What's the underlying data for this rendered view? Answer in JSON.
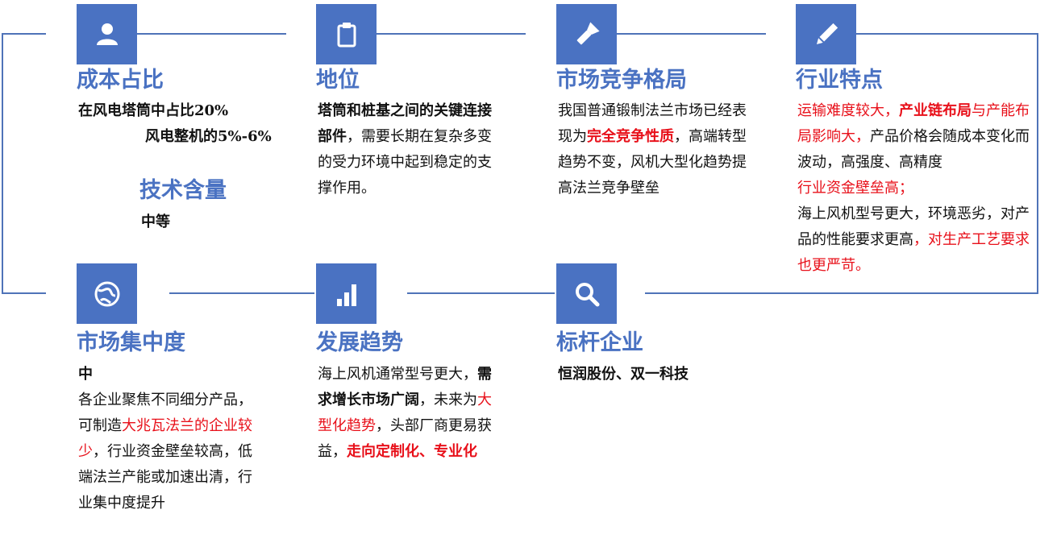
{
  "nodes": {
    "cost": {
      "icon": "user-icon",
      "title": "成本占比",
      "line1": "在风电塔筒中占比20%",
      "line2": "风电整机的5%-6%"
    },
    "tech": {
      "title": "技术含量",
      "value": "中等"
    },
    "position": {
      "icon": "clipboard-icon",
      "title": "地位",
      "p1_bold": "塔筒和桩基之间的关键连接部件",
      "p1_rest": "，需要长期在复杂多变的受力环境中起到稳定的支撑作用。"
    },
    "competition": {
      "icon": "flashlight-icon",
      "title": "市场竞争格局",
      "p1": "我国普通锻制法兰市场已经表现为",
      "p1_red": "完全竞争性质",
      "p1_rest": "，高端转型趋势不变，风机大型化趋势提高法兰竞争壁垒"
    },
    "features": {
      "icon": "pencil-icon",
      "title": "行业特点",
      "s1": "运输难度较大，",
      "s2": "产业链布局",
      "s3": "与产能布局影响大，",
      "s4": "产品价格会随成本变化而波动，高强度、高精度",
      "s5": "行业资金壁垒高；",
      "s6": "海上风机型号更大，环境恶劣，对产品的性能要求更高",
      "s7": "，对生产工艺要求也更严苛。"
    },
    "concentration": {
      "icon": "globe-icon",
      "title": "市场集中度",
      "value": "中",
      "p1": "各企业聚焦不同细分产品，可制造",
      "p1_red": "大兆瓦法兰的企业较少",
      "p1_rest": "，行业资金壁垒较高，低端法兰产能或加速出清，行业集中度提升"
    },
    "trend": {
      "icon": "bar-chart-icon",
      "title": "发展趋势",
      "s1": "海上风机通常型号更大，",
      "s2": "需求增长市场广阔",
      "s3": "，未来为",
      "s4": "大型化趋势",
      "s5": "，头部厂商更易获益，",
      "s6": "走向定制化、专业化"
    },
    "benchmark": {
      "icon": "search-icon",
      "title": "标杆企业",
      "value": "恒润股份、双一科技"
    }
  },
  "colors": {
    "accent": "#4a72c2",
    "highlight": "#e8101a",
    "line": "#4f73b8"
  }
}
